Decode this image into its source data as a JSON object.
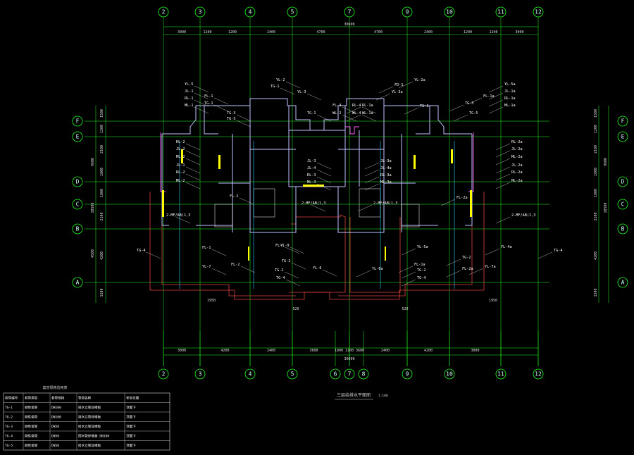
{
  "axes_top": [
    "2",
    "3",
    "4",
    "5",
    "7",
    "9",
    "10",
    "11",
    "12"
  ],
  "axes_bottom": [
    "2",
    "3",
    "4",
    "5",
    "6",
    "7",
    "8",
    "9",
    "10",
    "11",
    "12"
  ],
  "axes_left": [
    "F",
    "E",
    "D",
    "C",
    "B",
    "A"
  ],
  "axes_right": [
    "F",
    "E",
    "D",
    "C",
    "B",
    "A"
  ],
  "dims_top_total": "30600",
  "dims_top": [
    "3000",
    "1200",
    "1200",
    "2400",
    "4700",
    "4700",
    "2400",
    "1200",
    "1200",
    "3000"
  ],
  "dims_bottom_total": "30600",
  "dims_bottom": [
    "3000",
    "4200",
    "2400",
    "3600",
    "1900",
    "1100",
    "3600",
    "2400",
    "4200",
    "3000"
  ],
  "dims_left": [
    "1500",
    "1200",
    "2100",
    "1800",
    "1800",
    "2100",
    "4200",
    "1500"
  ],
  "dims_left_totals": [
    "9600",
    "10500",
    "4500"
  ],
  "dims_right": [
    "1500",
    "1200",
    "2100",
    "1800",
    "1800",
    "2100",
    "4200",
    "1500"
  ],
  "dims_right_totals": [
    "9600",
    "10500"
  ],
  "drawing_title": "三层给排水平面图",
  "drawing_scale": "1:100",
  "table_title": "套管规格选用表",
  "table_headers": [
    "套管编号",
    "套管类型",
    "套管规格",
    "管道名称",
    "安装位置"
  ],
  "table_rows": [
    [
      "TG-1",
      "刚性套管",
      "DN100",
      "排水立管穿楼板",
      "顶面下"
    ],
    [
      "TG-2",
      "刚性套管",
      "DN100",
      "排水立管穿楼板",
      "顶面下"
    ],
    [
      "TG-3",
      "刚性套管",
      "DN50",
      "给水立管穿楼板",
      "顶面下"
    ],
    [
      "TG-4",
      "刚性套管",
      "DN50",
      "雨水管穿楼板 DN100",
      "顶面下"
    ],
    [
      "TG-5",
      "刚性套管",
      "DN50",
      "给水立管穿楼板",
      "顶面下"
    ]
  ],
  "labels_left": [
    "YL-5",
    "JL-1",
    "RL-1",
    "ML-1",
    "FL-1",
    "TG-1",
    "TG-3",
    "TG-5",
    "YL-2",
    "TG-1",
    "YL-3",
    "RL-2",
    "JL-2",
    "ML-2",
    "JL-1",
    "RL-2",
    "ML-2",
    "FL-2",
    "2-MF/AB(1,3",
    "TG-4",
    "FL-1",
    "YL-7",
    "FL-2",
    "TG-2",
    "TG-4",
    "YL-9",
    "YL-6",
    "FL-1",
    "TG-2",
    "TG-1",
    "FL-4",
    "WL-2",
    "RL-4",
    "WL-4",
    "JL-3",
    "JL-4",
    "RL-3",
    "ML-3",
    "2-MF/AB(1,3"
  ],
  "labels_right": [
    "FD-1",
    "YL-2a",
    "YL-3a",
    "YL-5a",
    "JL-1a",
    "RL-1a",
    "ML-1a",
    "FL-1a",
    "TG-3",
    "TG-5",
    "TG-1",
    "RL-2a",
    "JL-2a",
    "ML-2a",
    "JL-2a",
    "RL-2a",
    "ML-2a",
    "FL-2a",
    "2-MF/AB(1,3",
    "TG-4",
    "YL-4a",
    "YL-5a",
    "FL-1a",
    "TG-2",
    "TG-4",
    "YL-6a",
    "TG-2",
    "FL-2a",
    "YL-7a",
    "RL-1a",
    "WL-1a",
    "JL-3a",
    "JL-4a",
    "RL-3a",
    "ML-3a",
    "2-MF/AB(1,3"
  ],
  "dims_small": [
    "520",
    "520",
    "1950",
    "1950"
  ]
}
